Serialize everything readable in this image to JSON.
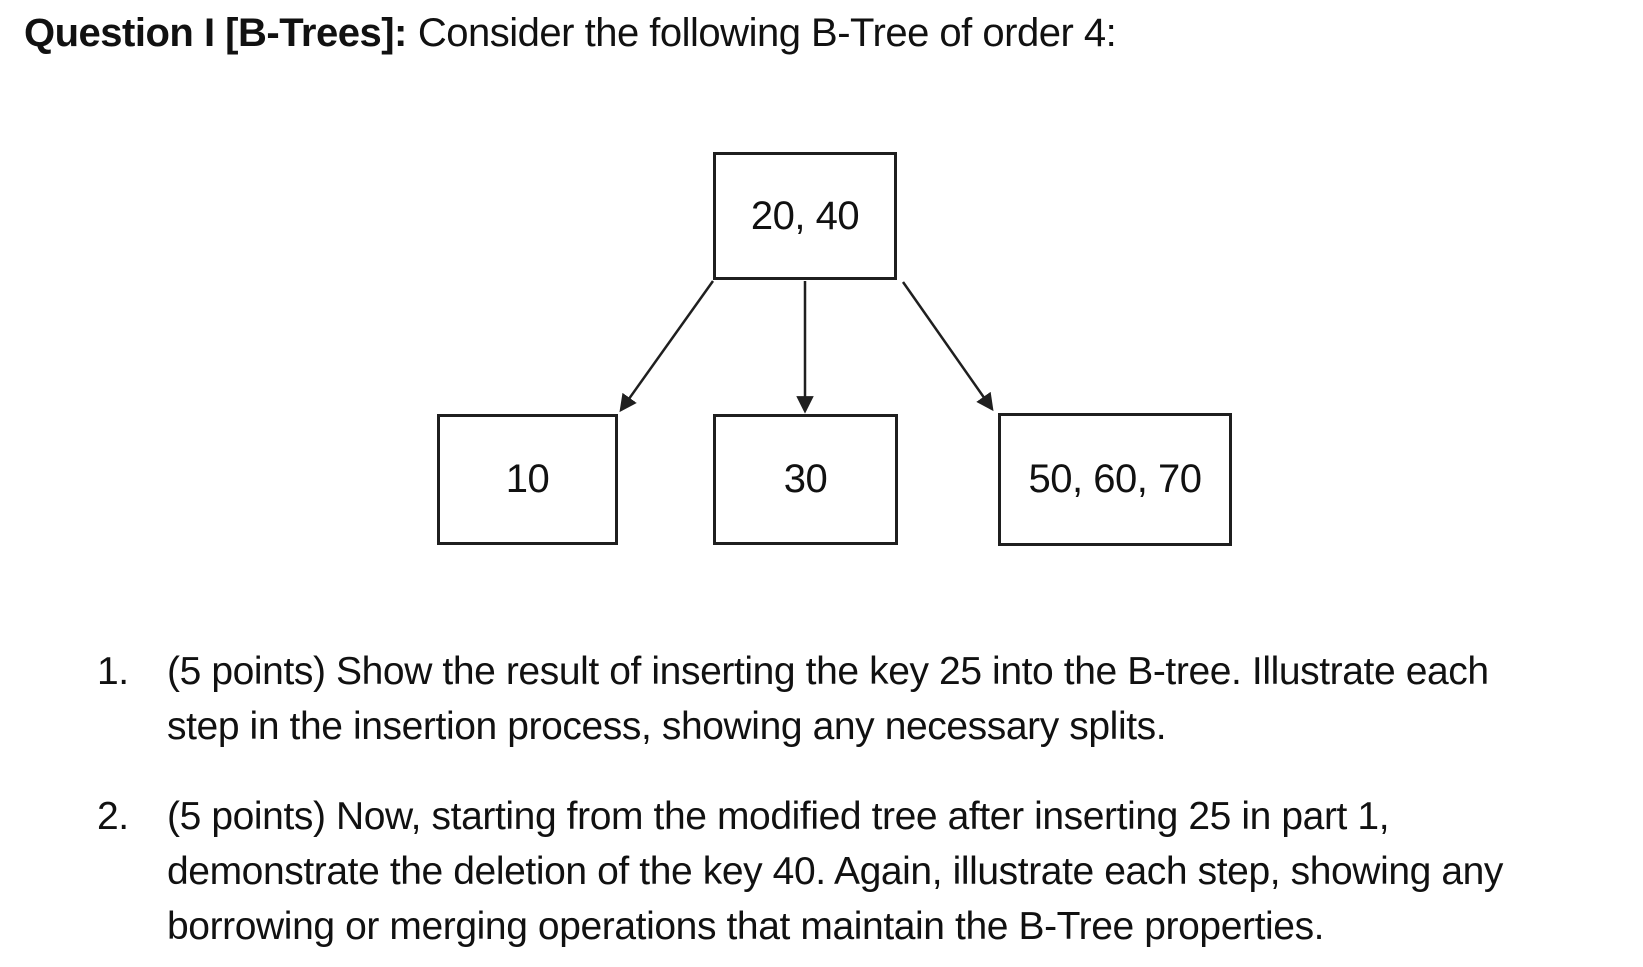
{
  "page": {
    "background_color": "#ffffff",
    "text_color": "#111111"
  },
  "heading": {
    "bold": "Question I [B-Trees]:",
    "rest": "Consider the following B-Tree of order 4:"
  },
  "tree": {
    "order": "4",
    "root": {
      "label": "20, 40"
    },
    "children": [
      {
        "label": "10"
      },
      {
        "label": "30"
      },
      {
        "label": "50, 60, 70"
      }
    ],
    "edge_color": "#1f1f1f",
    "node_border_color": "#1f1f1f"
  },
  "questions": [
    {
      "number": "1.",
      "lines": [
        "(5 points) Show the result of inserting the key 25 into the B-tree. Illustrate each",
        "step in the insertion process, showing any necessary splits."
      ]
    },
    {
      "number": "2.",
      "lines": [
        "(5 points) Now, starting from the modified tree after inserting 25 in part 1,",
        "demonstrate the deletion of the key 40. Again, illustrate each step, showing any",
        "borrowing or merging operations that maintain the B-Tree properties."
      ]
    }
  ]
}
